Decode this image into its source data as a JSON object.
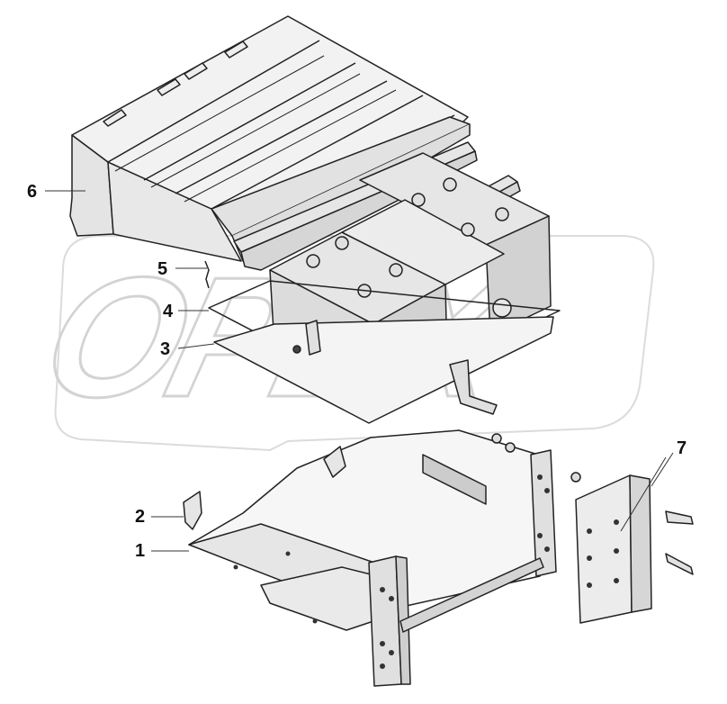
{
  "watermark": {
    "text": "OPEX",
    "color": "#cfcfcf"
  },
  "callouts": {
    "c1": "1",
    "c2": "2",
    "c3": "3",
    "c4": "4",
    "c5": "5",
    "c6": "6",
    "c7": "7"
  },
  "colors": {
    "line": "#222222",
    "panel": "#e9e9e9",
    "panel_dark": "#cfcfcf",
    "battery": "#dcdcdc"
  }
}
